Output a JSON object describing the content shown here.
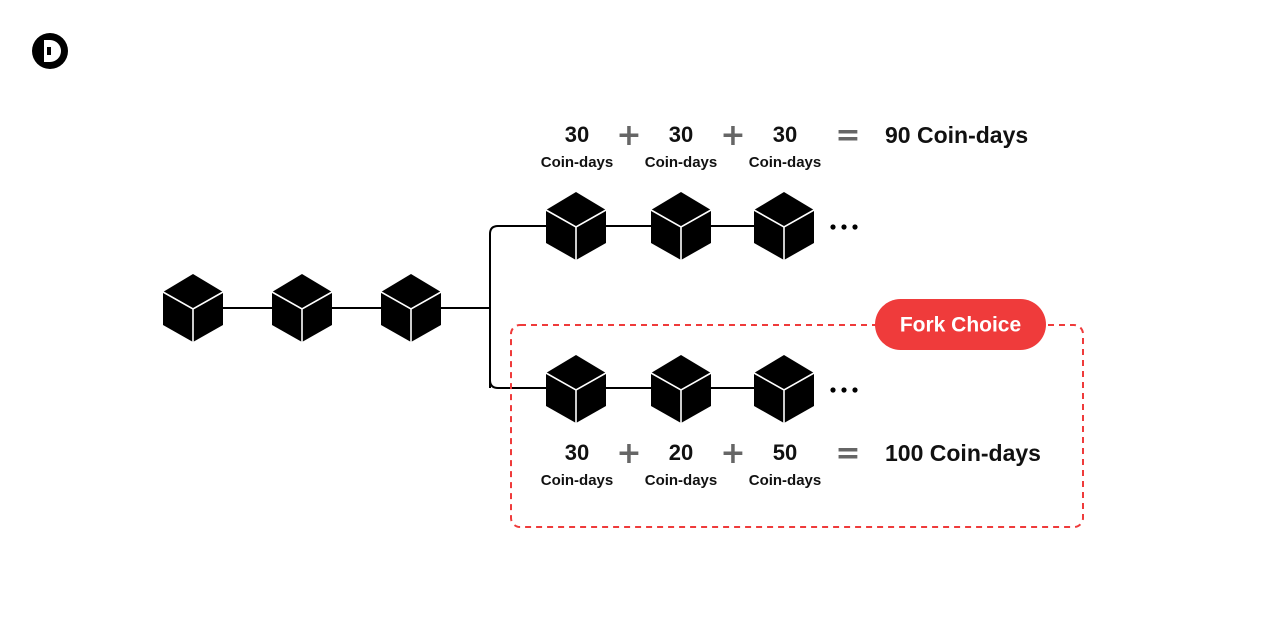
{
  "colors": {
    "block": "#000000",
    "highlight": "#ef3b3b",
    "operator": "#666666",
    "text": "#111111",
    "background": "#ffffff"
  },
  "logo": {
    "icon": "brand-logo-icon"
  },
  "main_chain": {
    "block_icon": "cube-icon"
  },
  "top_branch": {
    "ellipsis": "...",
    "equation": {
      "terms": [
        {
          "value": "30",
          "unit": "Coin-days"
        },
        {
          "value": "30",
          "unit": "Coin-days"
        },
        {
          "value": "30",
          "unit": "Coin-days"
        }
      ],
      "plus": [
        "+",
        "+"
      ],
      "equals": "=",
      "total": "90 Coin-days"
    }
  },
  "bottom_branch": {
    "ellipsis": "...",
    "fork_label": "Fork Choice",
    "equation": {
      "terms": [
        {
          "value": "30",
          "unit": "Coin-days"
        },
        {
          "value": "20",
          "unit": "Coin-days"
        },
        {
          "value": "50",
          "unit": "Coin-days"
        }
      ],
      "plus": [
        "+",
        "+"
      ],
      "equals": "=",
      "total": "100 Coin-days"
    }
  }
}
